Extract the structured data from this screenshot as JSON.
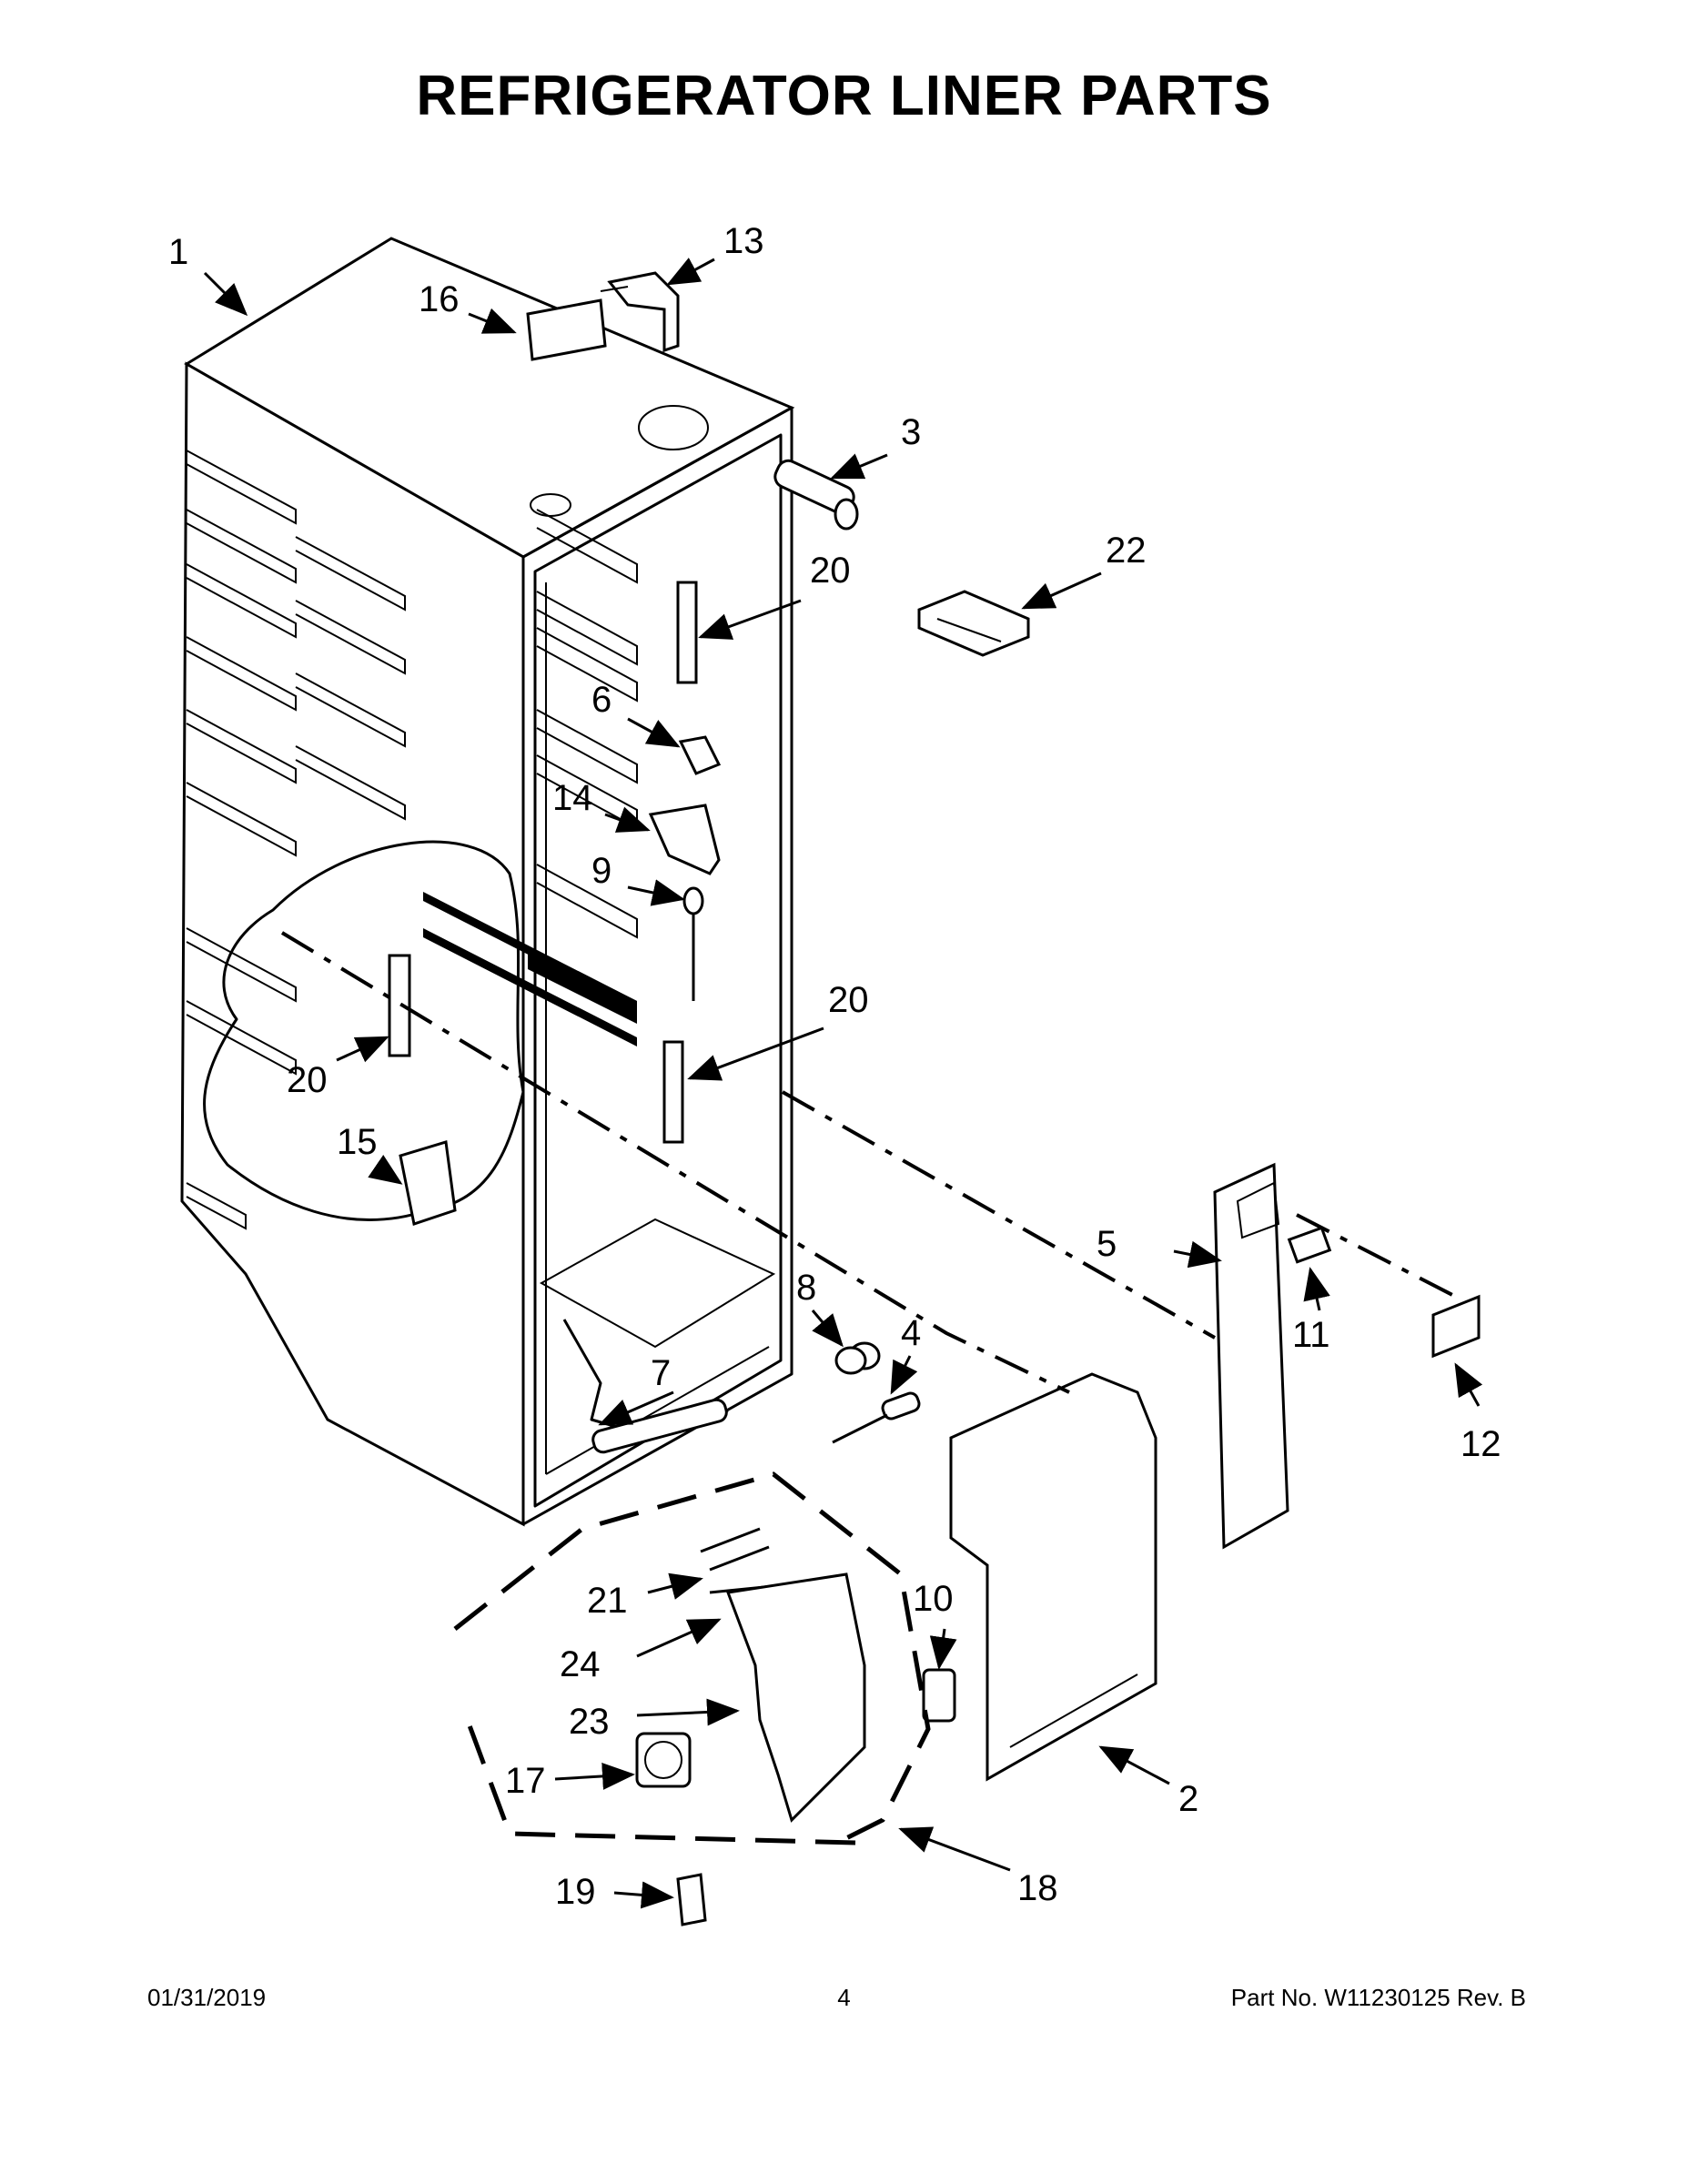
{
  "title": "REFRIGERATOR LINER PARTS",
  "callouts": [
    {
      "id": "c1",
      "label": "1"
    },
    {
      "id": "c13",
      "label": "13"
    },
    {
      "id": "c16",
      "label": "16"
    },
    {
      "id": "c3",
      "label": "3"
    },
    {
      "id": "c22",
      "label": "22"
    },
    {
      "id": "c20a",
      "label": "20"
    },
    {
      "id": "c6",
      "label": "6"
    },
    {
      "id": "c14",
      "label": "14"
    },
    {
      "id": "c9",
      "label": "9"
    },
    {
      "id": "c20b",
      "label": "20"
    },
    {
      "id": "c20c",
      "label": "20"
    },
    {
      "id": "c15",
      "label": "15"
    },
    {
      "id": "c5",
      "label": "5"
    },
    {
      "id": "c11",
      "label": "11"
    },
    {
      "id": "c12",
      "label": "12"
    },
    {
      "id": "c8",
      "label": "8"
    },
    {
      "id": "c4",
      "label": "4"
    },
    {
      "id": "c7",
      "label": "7"
    },
    {
      "id": "c10",
      "label": "10"
    },
    {
      "id": "c21",
      "label": "21"
    },
    {
      "id": "c24",
      "label": "24"
    },
    {
      "id": "c23",
      "label": "23"
    },
    {
      "id": "c17",
      "label": "17"
    },
    {
      "id": "c2",
      "label": "2"
    },
    {
      "id": "c18",
      "label": "18"
    },
    {
      "id": "c19",
      "label": "19"
    }
  ],
  "footer": {
    "date": "01/31/2019",
    "page": "4",
    "part_number": "Part No.  W11230125  Rev.  B"
  }
}
